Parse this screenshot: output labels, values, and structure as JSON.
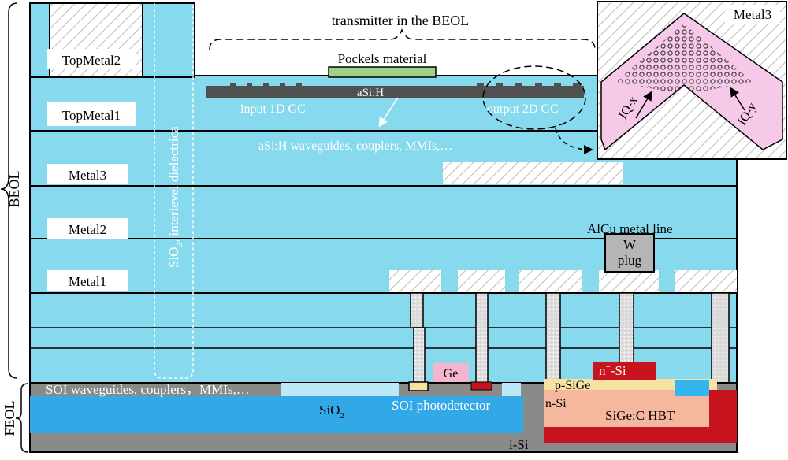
{
  "labels": {
    "beol": "BEOL",
    "feol": "FEOL",
    "top_metal2": "TopMetal2",
    "top_metal1": "TopMetal1",
    "metal3": "Metal3",
    "metal2": "Metal2",
    "metal1": "Metal1",
    "interlevel": "SiO",
    "interlevel_sub": "2",
    "interlevel_rest": ", interlevel dielectrica",
    "transmitter": "transmitter in the BEOL",
    "pockels": "Pockels material",
    "asih": "aSi:H",
    "input_gc": "input 1D GC",
    "output_gc": "output 2D GC",
    "asih_waveguides": "aSi:H waveguides, couplers, MMIs,…",
    "alcu": "AlCu metal line",
    "w_plug_line1": "W",
    "w_plug_line2": "plug",
    "ge": "Ge",
    "n_si": "-Si",
    "n_si_sup": "n",
    "n_si_sup2": "+",
    "p_sige": "p-SiGe",
    "n_si_lower": "n-Si",
    "sige_hbt": "SiGe:C HBT",
    "soi_waveguides": "SOI waveguides, couplers，MMIs,…",
    "sio2": "SiO",
    "sio2_sub": "2",
    "soi_pd": "SOI photodetector",
    "i_si": "i-Si",
    "inset_title": "Metal3",
    "iq_x": "IQ-x",
    "iq_y": "IQ-y"
  },
  "colors": {
    "dielectric": "#87d9ee",
    "substrate": "#8a8a8a",
    "sio2_box": "#33a8e6",
    "soi_light": "#bde8f7",
    "pockels": "#9ed08a",
    "asih_core": "#505050",
    "ge": "#f6b5cf",
    "red": "#c8141e",
    "p_sige": "#f7e2a3",
    "hbt": "#f5b79d",
    "inset_pink": "#f6c9e8",
    "hatch_line": "#bbbbbb"
  }
}
